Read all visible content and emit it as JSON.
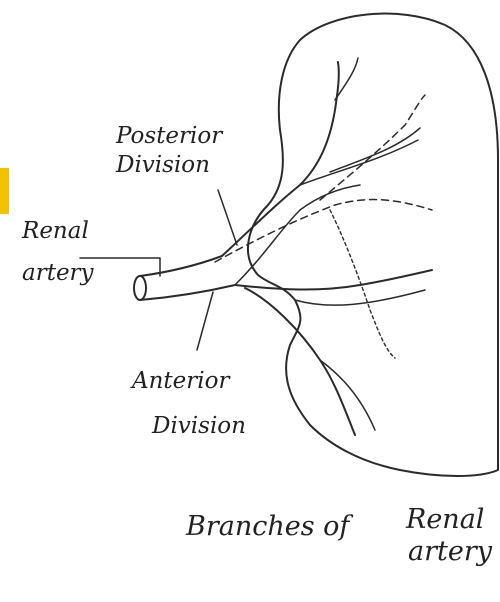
{
  "labels": {
    "posterior_line1": "Posterior",
    "posterior_line2": "Division",
    "renal_line1": "Renal",
    "renal_line2": "artery",
    "anterior_line1": "Anterior",
    "anterior_line2": "Division",
    "caption_word1": "Branches of",
    "caption_word2": "Renal",
    "caption_word3": "artery"
  },
  "colors": {
    "ink": "#2b2b2b",
    "highlight": "#f2c200"
  }
}
